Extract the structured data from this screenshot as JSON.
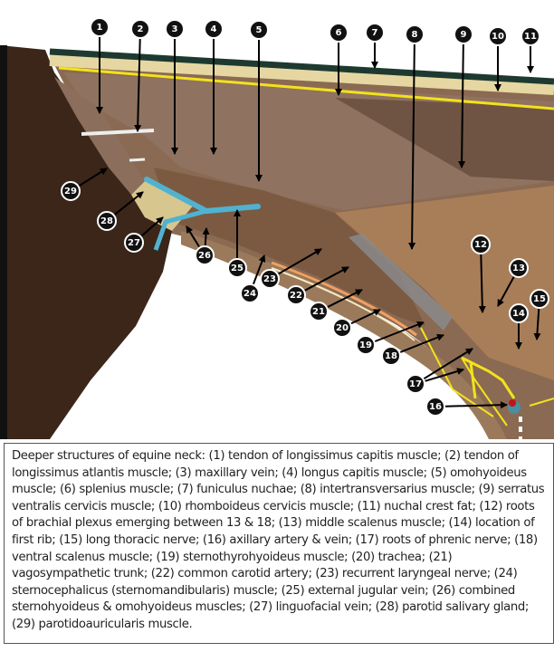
{
  "figure": {
    "labels": [
      "1",
      "2",
      "3",
      "4",
      "5",
      "6",
      "7",
      "8",
      "9",
      "10",
      "11",
      "12",
      "13",
      "14",
      "15",
      "16",
      "17",
      "18",
      "19",
      "20",
      "21",
      "22",
      "23",
      "24",
      "25",
      "26",
      "27",
      "28",
      "29"
    ],
    "colors": {
      "skin_dark": "#3b2619",
      "fat": "#e6d7a2",
      "nerve": "#f3e21c",
      "vein": "#4fb3cf",
      "artery": "#c0141b",
      "band": "#1e3a30"
    }
  },
  "caption": "Deeper structures of equine neck: (1) tendon of longissimus capitis muscle; (2) tendon of longissimus atlantis muscle; (3) maxillary vein; (4) longus capitis muscle; (5) omohyoideus muscle; (6) splenius muscle; (7) funiculus nuchae; (8) intertransversarius muscle; (9) serratus ventralis cervicis muscle; (10) rhomboideus cervicis muscle; (11) nuchal crest fat; (12) roots of brachial plexus emerging between 13 & 18; (13) middle scalenus muscle; (14) location of first rib; (15) long thoracic nerve; (16) axillary artery & vein; (17) roots of phrenic nerve; (18) ventral scalenus muscle; (19) sternothyrohyoideus muscle; (20) trachea; (21) vagosympathetic trunk; (22) common carotid artery; (23) recurrent laryngeal nerve; (24) sternocephalicus (sternomandibularis) muscle; (25) external jugular vein; (26) combined sternohyoideus & omohyoideus muscles; (27) linguofacial vein; (28) parotid salivary gland; (29) parotidoauricularis muscle."
}
